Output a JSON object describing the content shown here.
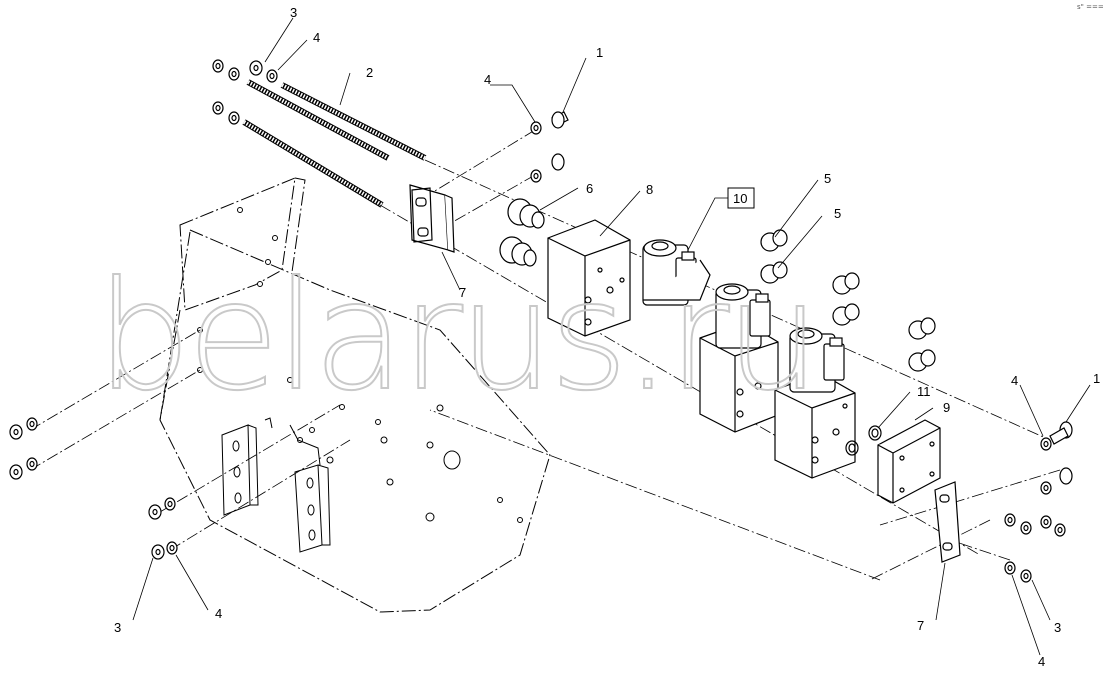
{
  "watermark": "belarus.ru",
  "corner_mark": "s\" ===",
  "callouts": [
    {
      "id": "c1a",
      "label": "1"
    },
    {
      "id": "c1b",
      "label": "1"
    },
    {
      "id": "c2",
      "label": "2"
    },
    {
      "id": "c3a",
      "label": "3"
    },
    {
      "id": "c3b",
      "label": "3"
    },
    {
      "id": "c3c",
      "label": "3"
    },
    {
      "id": "c4a",
      "label": "4"
    },
    {
      "id": "c4b",
      "label": "4"
    },
    {
      "id": "c4c",
      "label": "4"
    },
    {
      "id": "c4d",
      "label": "4"
    },
    {
      "id": "c4e",
      "label": "4"
    },
    {
      "id": "c5a",
      "label": "5"
    },
    {
      "id": "c5b",
      "label": "5"
    },
    {
      "id": "c6",
      "label": "6"
    },
    {
      "id": "c7a",
      "label": "7"
    },
    {
      "id": "c7b",
      "label": "7"
    },
    {
      "id": "c8",
      "label": "8"
    },
    {
      "id": "c9",
      "label": "9"
    },
    {
      "id": "c10",
      "label": "10"
    },
    {
      "id": "c11",
      "label": "11"
    }
  ]
}
